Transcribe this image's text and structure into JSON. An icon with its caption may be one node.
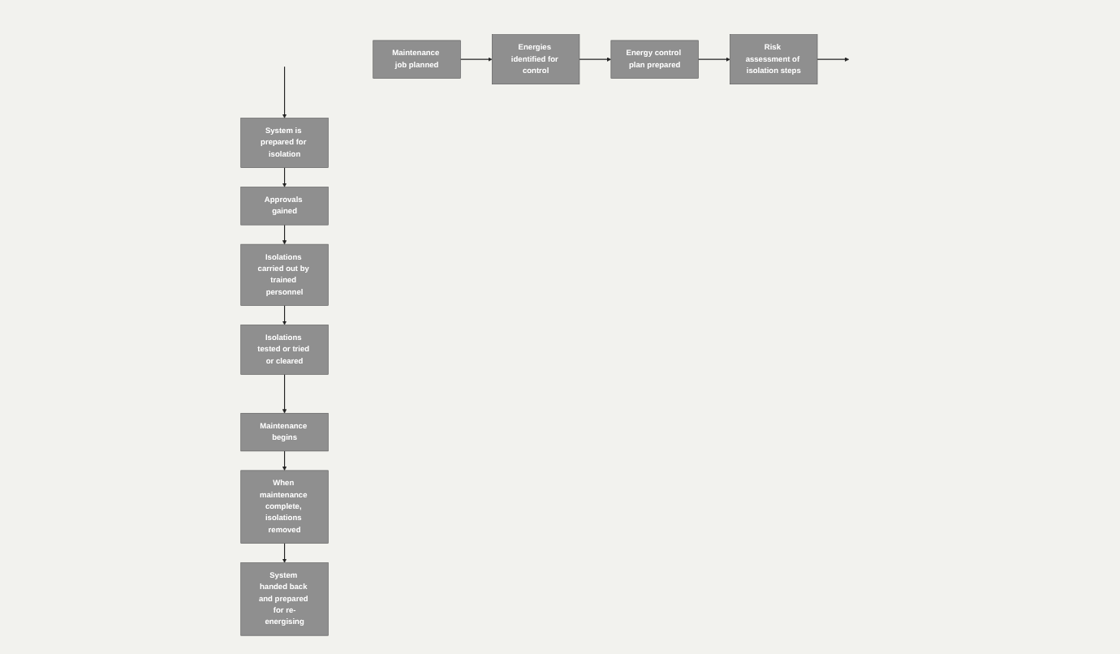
{
  "diagram": {
    "nodes": [
      {
        "text": [
          "Maintenance job planned"
        ]
      },
      {
        "text": [
          "Energies identified for control"
        ]
      },
      {
        "text": [
          "Energy control plan prepared"
        ]
      },
      {
        "text": [
          "Risk assessment of isolation steps"
        ]
      },
      {
        "text": [
          "Isolations tested or tried or cleared"
        ]
      },
      {
        "text": [
          "Isolations carried out by trained personnel"
        ]
      },
      {
        "text": [
          "Approvals gained"
        ]
      },
      {
        "text": [
          "System is prepared for isolation"
        ]
      },
      {
        "text": [
          "Maintenance begins"
        ]
      },
      {
        "text": [
          "When maintenance complete, isolations removed"
        ]
      },
      {
        "text": [
          "System handed back and prepared for re-energising"
        ]
      }
    ],
    "edges": [
      {
        "from": 0,
        "to": 1,
        "arrow": "to"
      },
      {
        "from": 1,
        "to": 2,
        "arrow": "to"
      },
      {
        "from": 2,
        "to": 3,
        "arrow": "to"
      },
      {
        "from": 3,
        "to": null,
        "arrow": "to"
      },
      {
        "from": null,
        "to": 7,
        "arrow": "to"
      },
      {
        "from": 7,
        "to": 6,
        "arrow": "to"
      },
      {
        "from": 6,
        "to": 5,
        "arrow": "to"
      },
      {
        "from": 5,
        "to": 4,
        "arrow": "to"
      },
      {
        "from": 4,
        "to": 8,
        "arrow": "to"
      },
      {
        "from": 8,
        "to": 9,
        "arrow": "to"
      },
      {
        "from": 9,
        "to": 10,
        "arrow": "to"
      }
    ]
  }
}
